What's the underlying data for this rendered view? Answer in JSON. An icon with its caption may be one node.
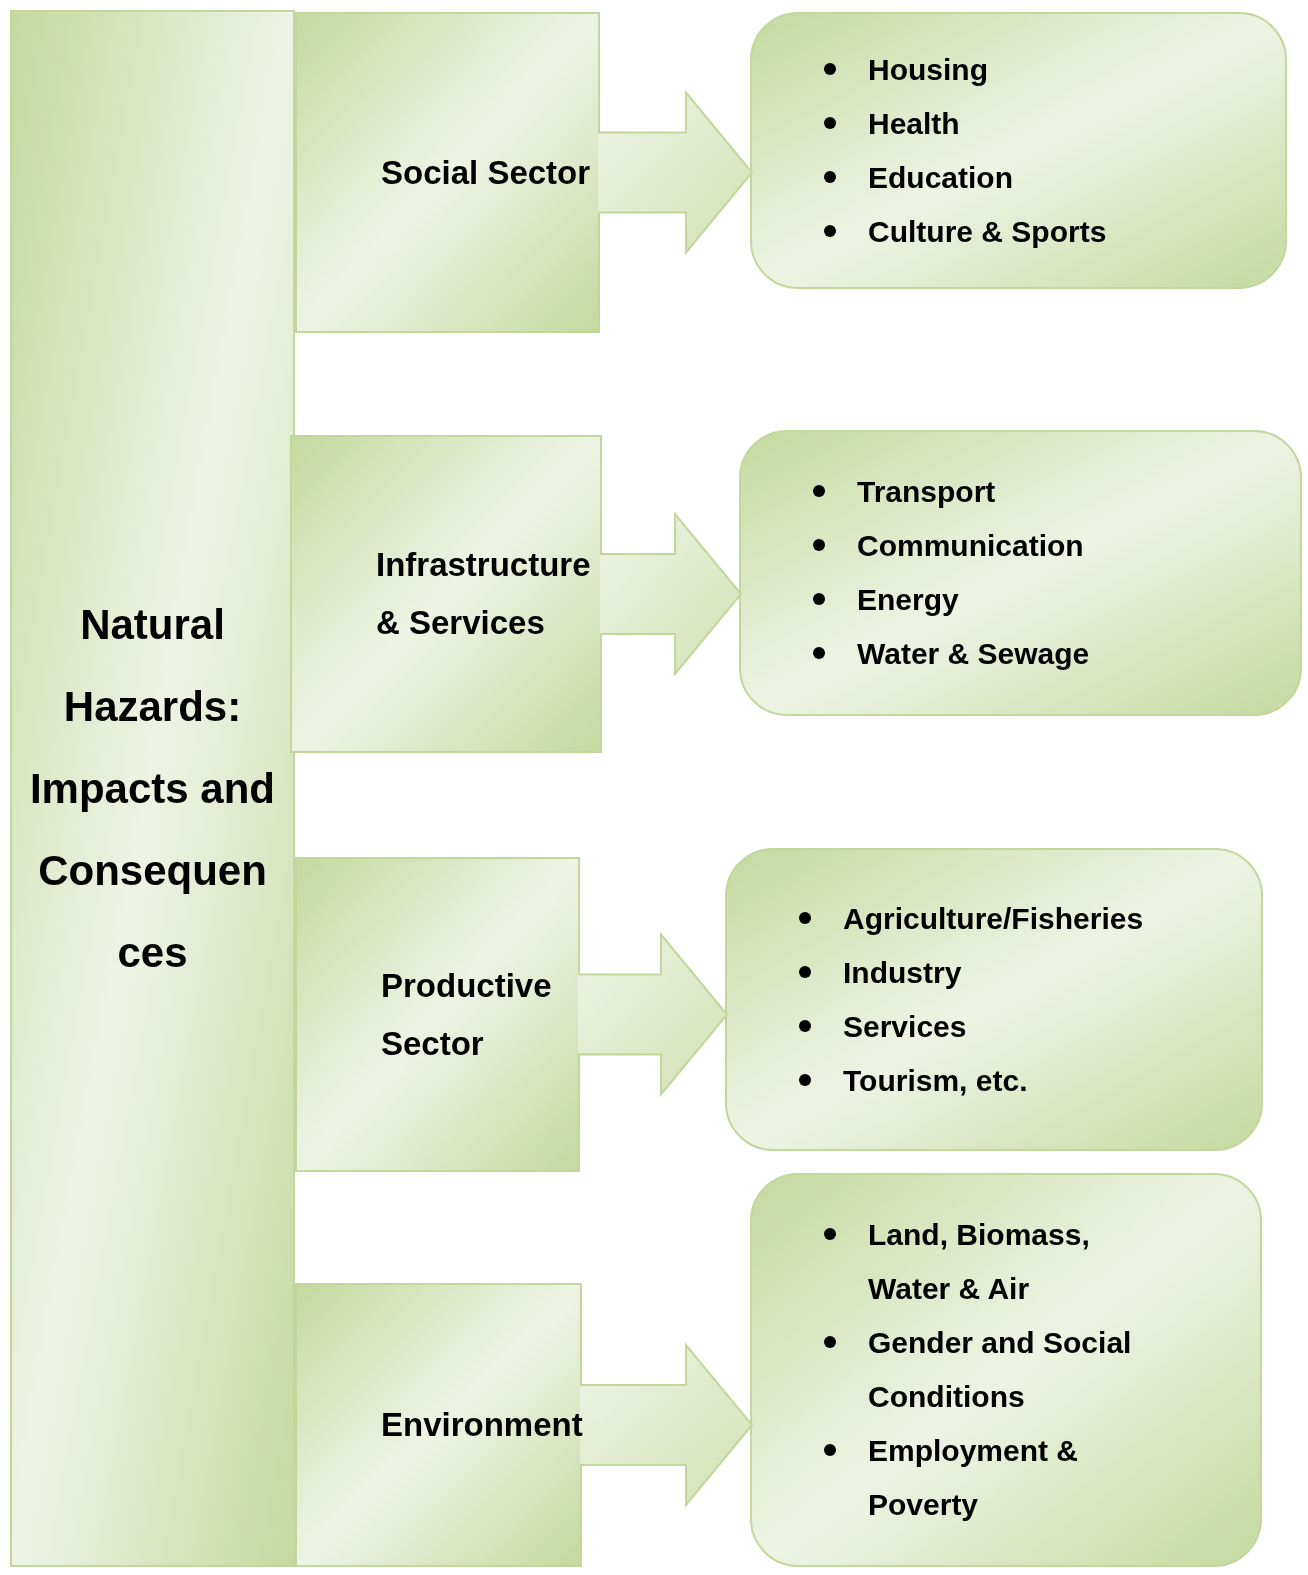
{
  "diagram": {
    "nodes": [
      {
        "text": [
          "Natural Hazards: Impacts and Consequences"
        ]
      },
      {
        "text": [
          "Social Sector"
        ]
      },
      {
        "text": [
          "Housing",
          "Health",
          "Education",
          "Culture & Sports"
        ]
      },
      {
        "text": [
          "Infrastructure & Services"
        ]
      },
      {
        "text": [
          "Transport",
          "Communication",
          "Energy",
          "Water & Sewage"
        ]
      },
      {
        "text": [
          "Productive Sector"
        ]
      },
      {
        "text": [
          "Agriculture/Fisheries",
          "Industry",
          "Services",
          "Tourism, etc."
        ]
      },
      {
        "text": [
          "Environment"
        ]
      },
      {
        "text": [
          "Land, Biomass, Water & Air",
          "Gender and Social Conditions",
          "Employment & Poverty"
        ]
      }
    ],
    "edges": [
      {
        "from": 1,
        "to": 2,
        "arrow": "to",
        "style": "thick"
      },
      {
        "from": 3,
        "to": 4,
        "arrow": "to",
        "style": "thick"
      },
      {
        "from": 5,
        "to": 6,
        "arrow": "to",
        "style": "thick"
      },
      {
        "from": 7,
        "to": 8,
        "arrow": "to",
        "style": "thick"
      }
    ]
  }
}
